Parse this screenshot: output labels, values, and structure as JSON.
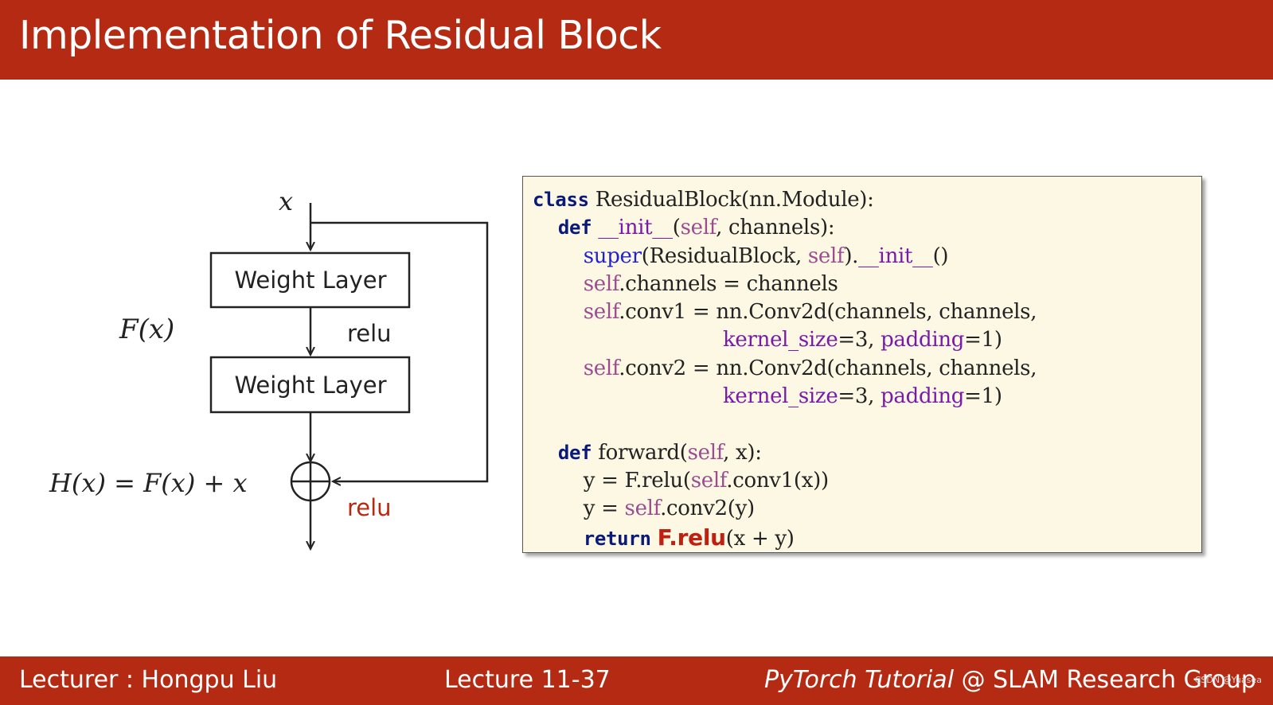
{
  "header": {
    "title": "Implementation of Residual Block"
  },
  "diagram": {
    "input_label": "x",
    "fx_label": "F(x)",
    "layer1_label": "Weight Layer",
    "layer2_label": "Weight Layer",
    "relu_label_1": "relu",
    "relu_label_2": "relu",
    "hx_equation": "H(x) = F(x) + x"
  },
  "code": {
    "l1_kw": "class",
    "l1_rest": " ResidualBlock(nn.Module):",
    "l2_kw": "def",
    "l2_a": "__init__",
    "l2_b": "(",
    "l2_self": "self",
    "l2_c": ", channels):",
    "l3_super": "super",
    "l3_a": "(ResidualBlock, ",
    "l3_self": "self",
    "l3_b": ").",
    "l3_init": "__init__",
    "l3_c": "()",
    "l4_self": "self",
    "l4_rest": ".channels = channels",
    "l5_self": "self",
    "l5_rest": ".conv1 = nn.Conv2d(channels, channels,",
    "l6_k": "kernel_size",
    "l6_a": "=3, ",
    "l6_p": "padding",
    "l6_b": "=1)",
    "l7_self": "self",
    "l7_rest": ".conv2 = nn.Conv2d(channels, channels,",
    "l8_k": "kernel_size",
    "l8_a": "=3, ",
    "l8_p": "padding",
    "l8_b": "=1)",
    "l10_kw": "def",
    "l10_a": " forward(",
    "l10_self": "self",
    "l10_b": ", x):",
    "l11_a": "y = F.relu(",
    "l11_self": "self",
    "l11_b": ".conv1(x))",
    "l12_a": "y = ",
    "l12_self": "self",
    "l12_b": ".conv2(y)",
    "l13_kw": "return",
    "l13_fr": "F.relu",
    "l13_rest": "(x + y)"
  },
  "footer": {
    "lecturer": "Lecturer : Hongpu Liu",
    "lecture": "Lecture 11-37",
    "course_italic": "PyTorch Tutorial",
    "course_rest": " @ SLAM Research Group",
    "watermark": "CSDN @Yuasea"
  },
  "colors": {
    "brand_red": "#b52a12",
    "code_bg": "#fdf8e3",
    "keyword": "#0a1a78",
    "self": "#9b4d8f",
    "param": "#7a1aa8"
  }
}
